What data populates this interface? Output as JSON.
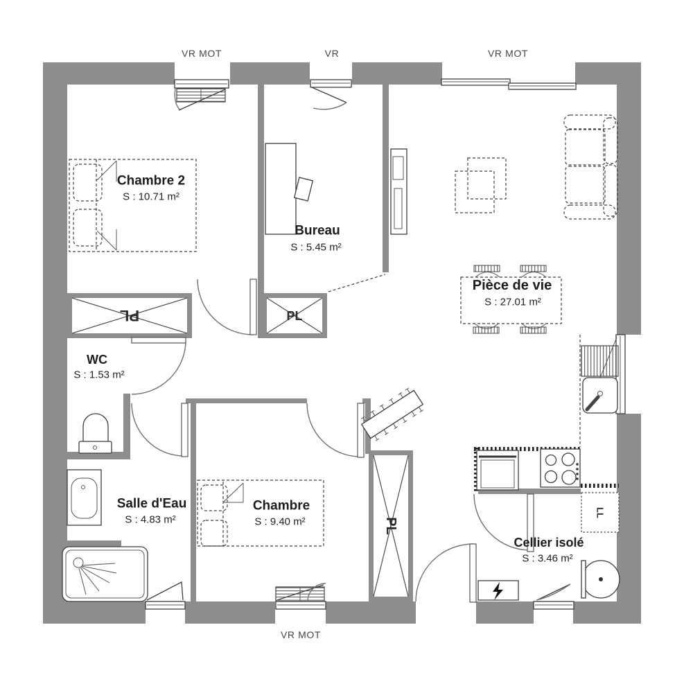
{
  "rooms": [
    {
      "id": "chambre-2",
      "name": "Chambre 2",
      "area": "S : 10.71 m²"
    },
    {
      "id": "bureau",
      "name": "Bureau",
      "area": "S : 5.45 m²"
    },
    {
      "id": "piece-de-vie",
      "name": "Pièce de vie",
      "area": "S : 27.01 m²"
    },
    {
      "id": "wc",
      "name": "WC",
      "area": "S : 1.53 m²"
    },
    {
      "id": "salle-d-eau",
      "name": "Salle d'Eau",
      "area": "S : 4.83 m²"
    },
    {
      "id": "chambre",
      "name": "Chambre",
      "area": "S : 9.40 m²"
    },
    {
      "id": "cellier",
      "name": "Cellier isolé",
      "area": "S : 3.46 m²"
    }
  ],
  "windows": [
    {
      "id": "window-chambre-2",
      "label": "VR MOT"
    },
    {
      "id": "window-bureau",
      "label": "VR"
    },
    {
      "id": "window-piece-de-vie",
      "label": "VR MOT"
    },
    {
      "id": "window-chambre",
      "label": "VR MOT"
    }
  ],
  "closets": [
    {
      "id": "placard-chambre-2",
      "label": "PL"
    },
    {
      "id": "placard-hall",
      "label": "PL"
    },
    {
      "id": "placard-entree",
      "label": "PL"
    }
  ],
  "appliances": {
    "washing_machine": "LL"
  },
  "colors": {
    "wall": "#8d8d8d",
    "line": "#3c3c3c",
    "label": "#1c1c1c",
    "window_label": "#454545"
  }
}
